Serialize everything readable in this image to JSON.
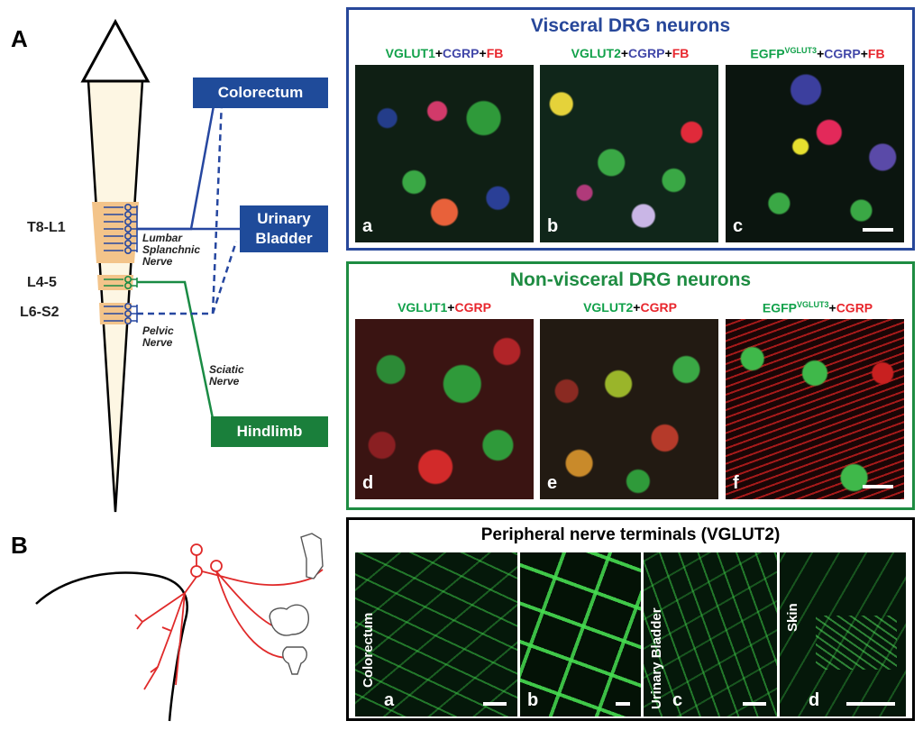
{
  "panel_a": {
    "letter": "A",
    "segments": [
      "T8-L1",
      "L4-5",
      "L6-S2"
    ],
    "organs": [
      "Colorectum",
      "Urinary Bladder",
      "Hindlimb"
    ],
    "organ_colors": {
      "blue": "#1f4b9a",
      "green": "#1a7f3b"
    },
    "nerves": {
      "lumbar": [
        "Lumbar",
        "Splanchnic",
        "Nerve"
      ],
      "pelvic": [
        "Pelvic",
        "Nerve"
      ],
      "sciatic": [
        "Sciatic",
        "Nerve"
      ]
    }
  },
  "visceral": {
    "title": "Visceral DRG neurons",
    "border_color": "#27479a",
    "panels": [
      {
        "letter": "a",
        "label_parts": [
          "VGLUT1",
          "+",
          "CGRP",
          "+",
          "FB"
        ]
      },
      {
        "letter": "b",
        "label_parts": [
          "VGLUT2",
          "+",
          "CGRP",
          "+",
          "FB"
        ]
      },
      {
        "letter": "c",
        "label_parts": [
          "EGFP",
          "VGLUT3",
          "+",
          "CGRP",
          "+",
          "FB"
        ]
      }
    ]
  },
  "nonvisceral": {
    "title": "Non-visceral DRG neurons",
    "border_color": "#1e8c42",
    "panels": [
      {
        "letter": "d",
        "label_parts": [
          "VGLUT1",
          "+",
          "CGRP"
        ]
      },
      {
        "letter": "e",
        "label_parts": [
          "VGLUT2",
          "+",
          "CGRP"
        ]
      },
      {
        "letter": "f",
        "label_parts": [
          "EGFP",
          "VGLUT3",
          "+",
          "CGRP"
        ]
      }
    ]
  },
  "panel_b": {
    "letter": "B",
    "terminals_title": "Peripheral nerve terminals (VGLUT2)",
    "panels": [
      {
        "letter": "a",
        "side_label": "Colorectum"
      },
      {
        "letter": "b",
        "side_label": ""
      },
      {
        "letter": "c",
        "side_label": "Urinary Bladder"
      },
      {
        "letter": "d",
        "side_label": "Skin"
      }
    ]
  }
}
